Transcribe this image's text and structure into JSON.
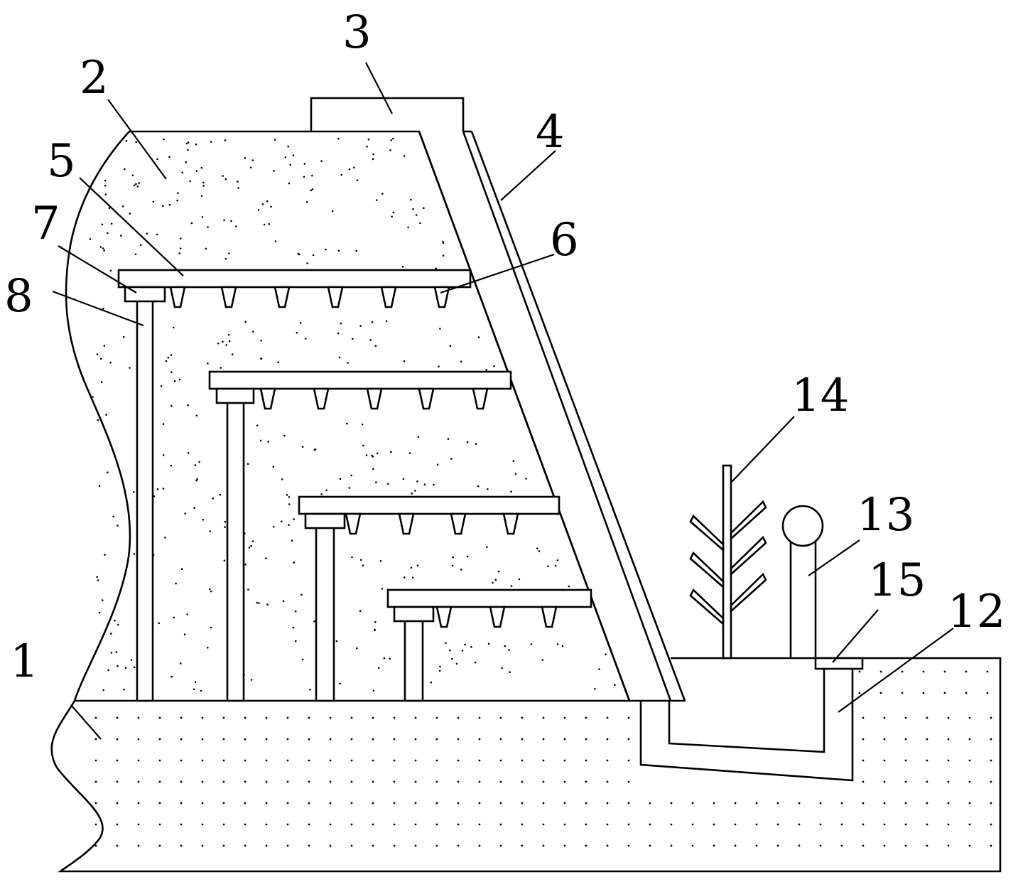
{
  "labels": [
    {
      "id": "1",
      "text": "1"
    },
    {
      "id": "2",
      "text": "2"
    },
    {
      "id": "3",
      "text": "3"
    },
    {
      "id": "4",
      "text": "4"
    },
    {
      "id": "5",
      "text": "5"
    },
    {
      "id": "6",
      "text": "6"
    },
    {
      "id": "7",
      "text": "7"
    },
    {
      "id": "8",
      "text": "8"
    },
    {
      "id": "12",
      "text": "12"
    },
    {
      "id": "13",
      "text": "13"
    },
    {
      "id": "14",
      "text": "14"
    },
    {
      "id": "15",
      "text": "15"
    }
  ],
  "colors": {
    "line": "#000000",
    "background": "#ffffff",
    "stipple": "#000000"
  }
}
